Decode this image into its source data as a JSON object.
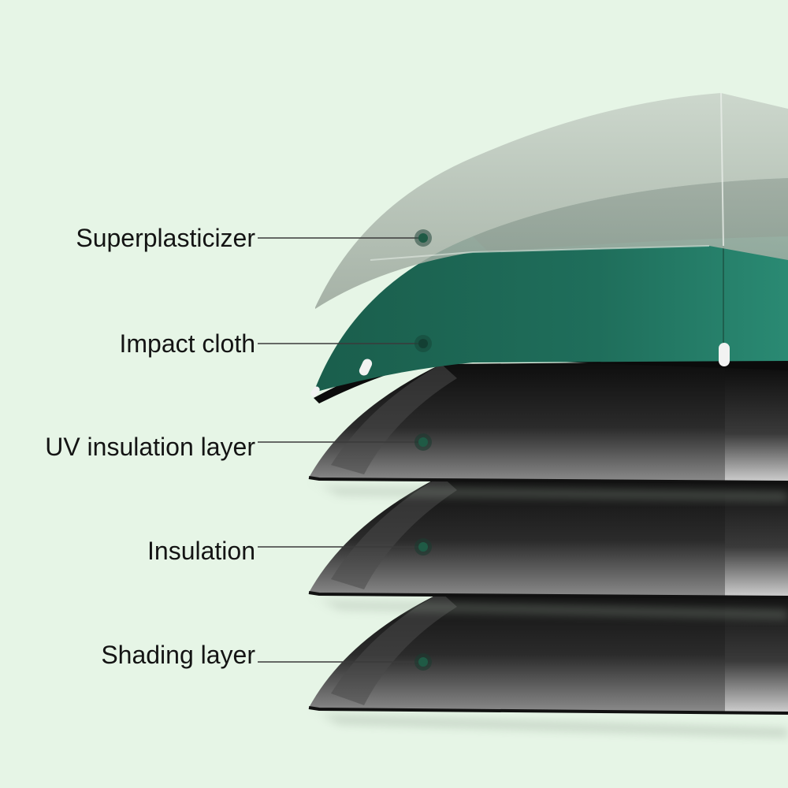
{
  "background_color": "#e6f5e6",
  "layers": [
    {
      "name": "Superplasticizer",
      "color": "#a4b0a4"
    },
    {
      "name": "Impact cloth",
      "color": "#1f6b59"
    },
    {
      "name": "UV insulation layer",
      "color": "#2a2a2a"
    },
    {
      "name": "Insulation",
      "color": "#2a2a2a"
    },
    {
      "name": "Shading layer",
      "color": "#2a2a2a"
    }
  ],
  "marker_color": "#1f5a45"
}
